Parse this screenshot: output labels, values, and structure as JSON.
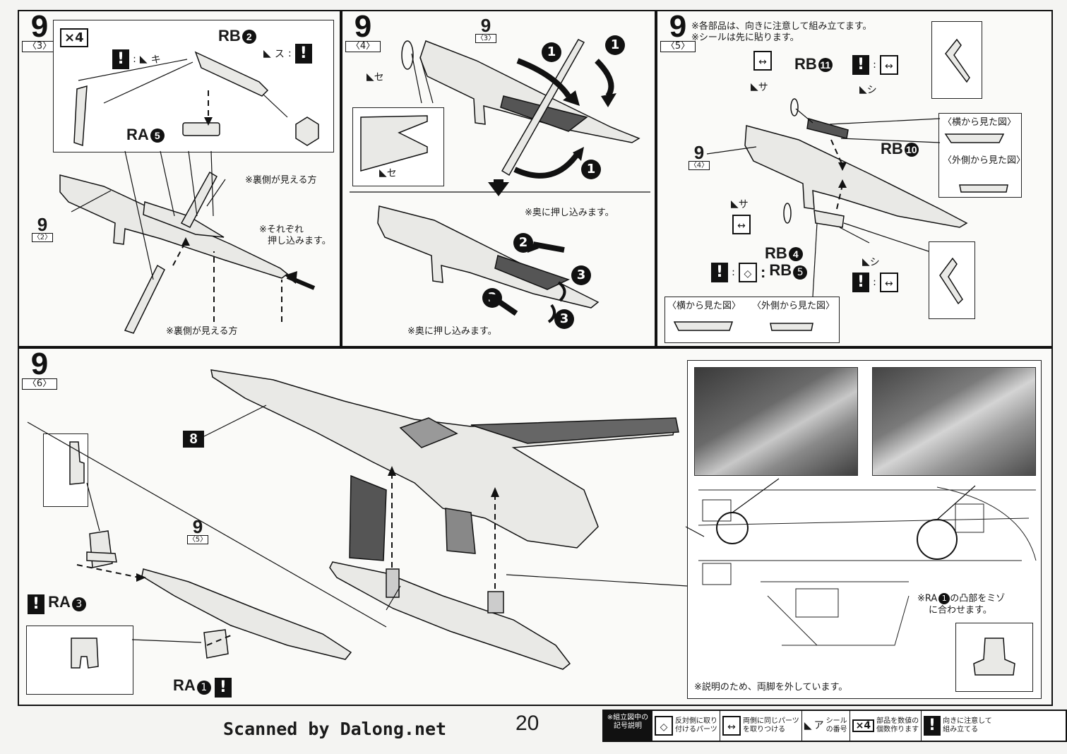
{
  "page_number": "20",
  "scan_credit": "Scanned by Dalong.net",
  "panel_3": {
    "step": "9",
    "sub": "〈3〉",
    "multiplier": "×4",
    "part_rb2": "RB",
    "part_rb2_num": "2",
    "part_ra5": "RA",
    "part_ra5_num": "5",
    "seal_ki": "キ",
    "seal_su": "ス",
    "ref_step": "9",
    "ref_sub": "〈2〉",
    "note_back_visible_1": "※裏側が見える方",
    "note_push_each_1": "※それぞれ",
    "note_push_each_2": "押し込みます。",
    "note_back_visible_2": "※裏側が見える方"
  },
  "panel_4": {
    "step": "9",
    "sub": "〈4〉",
    "ref_step": "9",
    "ref_sub": "〈3〉",
    "seal_se_1": "セ",
    "seal_se_2": "セ",
    "note_push_back_1": "※奥に押し込みます。",
    "note_push_back_2": "※奥に押し込みます。",
    "nums": [
      "1",
      "1",
      "1",
      "2",
      "2",
      "3",
      "3"
    ]
  },
  "panel_5": {
    "step": "9",
    "sub": "〈5〉",
    "note_1": "※各部品は、向きに注意して組み立てます。",
    "note_2": "※シールは先に貼ります。",
    "part_rb11": "RB",
    "part_rb11_num": "11",
    "part_rb10": "RB",
    "part_rb10_num": "10",
    "part_rb4": "RB",
    "part_rb4_num": "4",
    "part_rb5": "RB",
    "part_rb5_num": "5",
    "seal_sa_1": "サ",
    "seal_shi_1": "シ",
    "seal_sa_2": "サ",
    "seal_shi_2": "シ",
    "ref_step": "9",
    "ref_sub": "〈4〉",
    "side_view": "〈横から見た図〉",
    "outer_view": "〈外側から見た図〉",
    "side_view_2": "〈横から見た図〉",
    "outer_view_2": "〈外側から見た図〉"
  },
  "panel_6": {
    "step": "9",
    "sub": "〈6〉",
    "ref_8": "8",
    "ref_step": "9",
    "ref_sub": "〈5〉",
    "part_ra3": "RA",
    "part_ra3_num": "3",
    "part_ra1": "RA",
    "part_ra1_num": "1",
    "note_ra1_1": "※RA",
    "note_ra1_num": "1",
    "note_ra1_2": "の凸部をミゾ",
    "note_ra1_3": "に合わせます。",
    "note_legs_removed": "※説明のため、両脚を外しています。"
  },
  "legend": {
    "header_1": "※組立図中の",
    "header_2": "記号説明",
    "opposite_1": "反対側に取り",
    "opposite_2": "付けるパーツ",
    "both_1": "両側に同じパーツ",
    "both_2": "を取りつける",
    "seal_glyph": "ア",
    "seal_1": "シール",
    "seal_2": "の番号",
    "count_glyph": "×4",
    "count_1": "部品を数値の",
    "count_2": "個数作ります",
    "orient_1": "向きに注意して",
    "orient_2": "組み立てる"
  },
  "colors": {
    "ink": "#111111",
    "paper": "#fafaf8",
    "ghost": "#d8d8d4",
    "part_fill": "#e9e9e6"
  }
}
